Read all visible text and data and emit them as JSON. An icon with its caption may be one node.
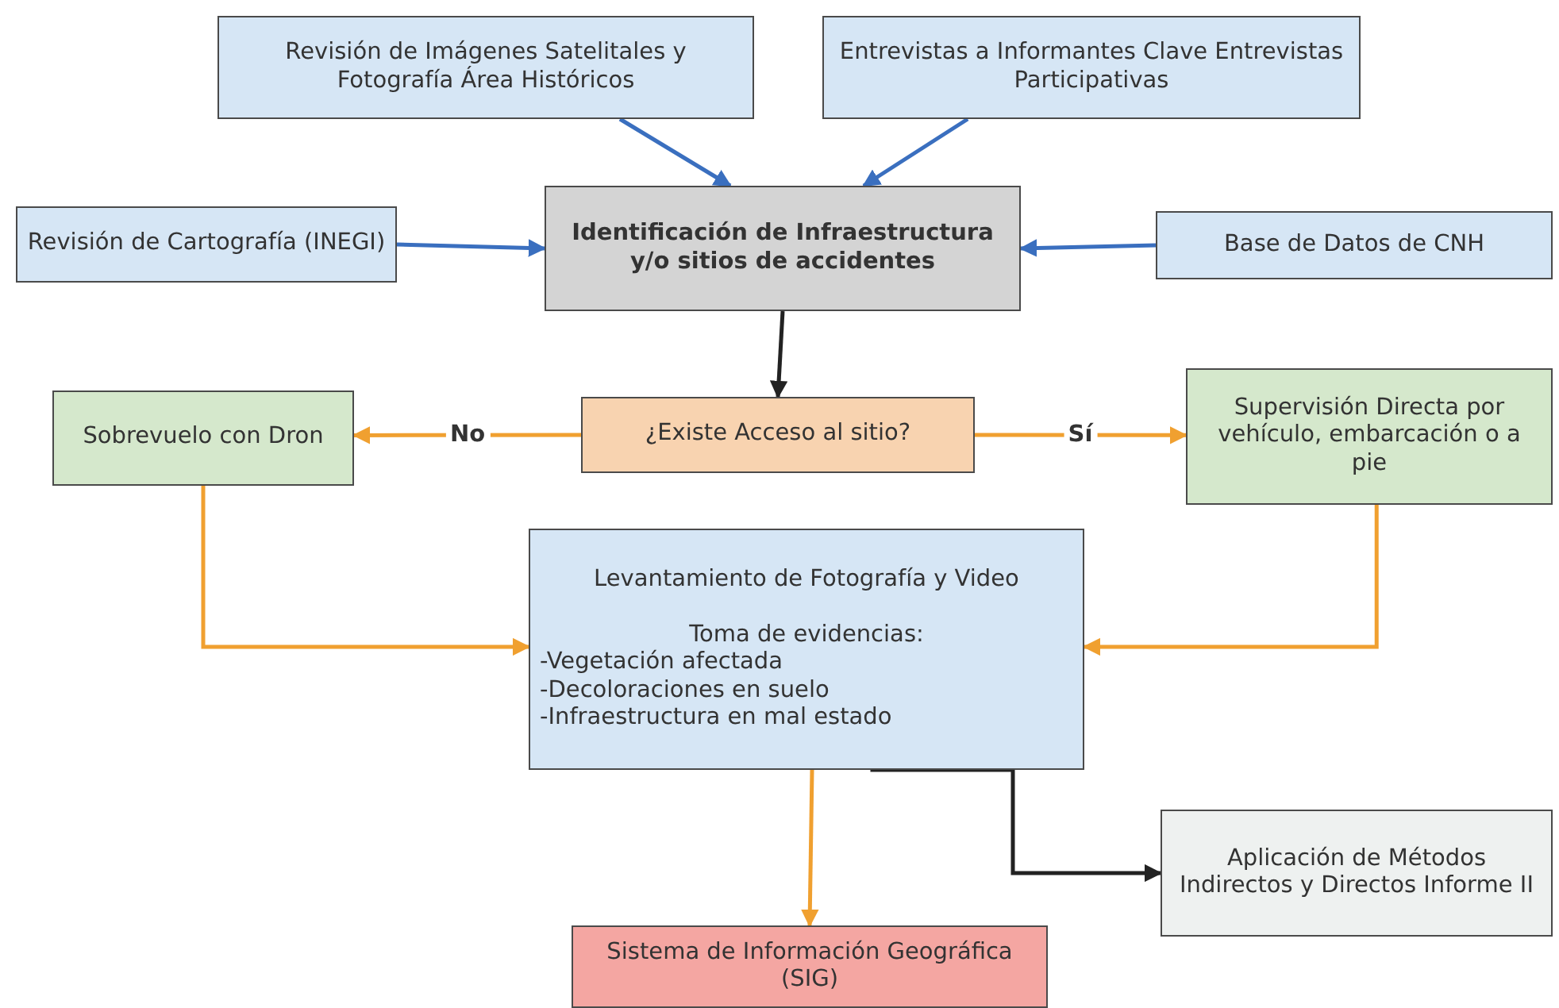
{
  "diagram": {
    "nodes": [
      {
        "text": [
          "Revisión de Imágenes Satelitales y Fotografía Área Históricos"
        ]
      },
      {
        "text": [
          "Entrevistas a Informantes Clave Entrevistas Participativas"
        ]
      },
      {
        "text": [
          "Revisión de Cartografía (INEGI)"
        ]
      },
      {
        "text": [
          "Identificación de Infraestructura y/o sitios de accidentes"
        ]
      },
      {
        "text": [
          "Base de Datos de CNH"
        ]
      },
      {
        "text": [
          "Sobrevuelo con Dron"
        ]
      },
      {
        "text": [
          "¿Existe Acceso al sitio?"
        ]
      },
      {
        "text": [
          "Supervisión Directa por vehículo, embarcación o a pie"
        ]
      },
      {
        "text": [
          "Levantamiento de Fotografía y Video",
          "Toma de evidencias:",
          "-Vegetación afectada",
          "-Decoloraciones en suelo",
          "-Infraestructura en mal estado"
        ]
      },
      {
        "text": [
          "Aplicación de Métodos Indirectos y Directos Informe II"
        ]
      },
      {
        "text": [
          "Sistema de Información Geográfica (SIG)"
        ]
      }
    ],
    "edges": [
      {
        "from": 0,
        "to": 3,
        "arrow": "to",
        "color": "#3a6fbf"
      },
      {
        "from": 1,
        "to": 3,
        "arrow": "to",
        "color": "#3a6fbf"
      },
      {
        "from": 2,
        "to": 3,
        "arrow": "to",
        "color": "#3a6fbf"
      },
      {
        "from": 4,
        "to": 3,
        "arrow": "to",
        "color": "#3a6fbf"
      },
      {
        "from": 3,
        "to": 6,
        "arrow": "to",
        "color": "#222222"
      },
      {
        "from": 6,
        "to": 5,
        "arrow": "to",
        "label": "No"
      },
      {
        "from": 6,
        "to": 7,
        "arrow": "to",
        "label": "Sí"
      },
      {
        "from": 5,
        "to": 8,
        "arrow": "to"
      },
      {
        "from": 7,
        "to": 8,
        "arrow": "to"
      },
      {
        "from": 8,
        "to": 10,
        "arrow": "to"
      },
      {
        "from": 8,
        "to": 9,
        "arrow": "to",
        "color": "#222222"
      }
    ]
  }
}
